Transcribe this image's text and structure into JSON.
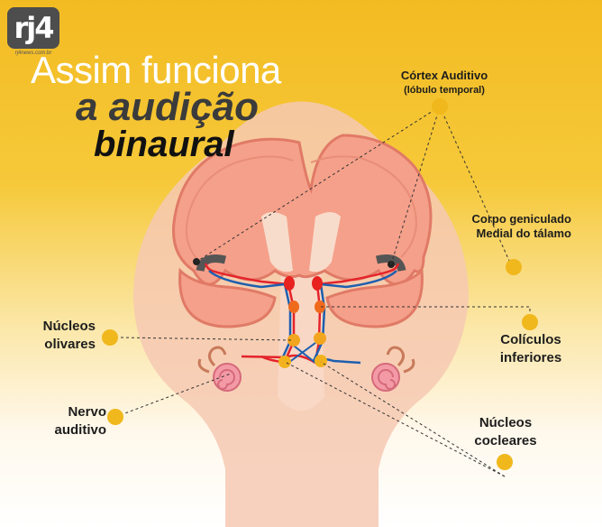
{
  "logo": {
    "text": "rj4",
    "subtext": "rj4news.com.br"
  },
  "title": {
    "line1": "Assim funciona",
    "line2": "a audição",
    "line3": "binaural"
  },
  "labels": {
    "cortex": "Córtex Auditivo",
    "cortex_sub": "(lóbulo temporal)",
    "geniculate_1": "Corpo geniculado",
    "geniculate_2": "Medial do tálamo",
    "olivary_1": "Núcleos",
    "olivary_2": "olivares",
    "colliculi_1": "Colículos",
    "colliculi_2": "inferiores",
    "nerve_1": "Nervo",
    "nerve_2": "auditivo",
    "cochlear_1": "Núcleos",
    "cochlear_2": "cocleares"
  },
  "colors": {
    "background_top": "#f3bb22",
    "marker": "#f0b81c",
    "skin": "#f6c9b3",
    "brain": "#f5a08a",
    "red_path": "#e4232b",
    "blue_path": "#1d5fb0",
    "nucleus_red": "#e8221e",
    "nucleus_orange": "#f06a1c"
  }
}
